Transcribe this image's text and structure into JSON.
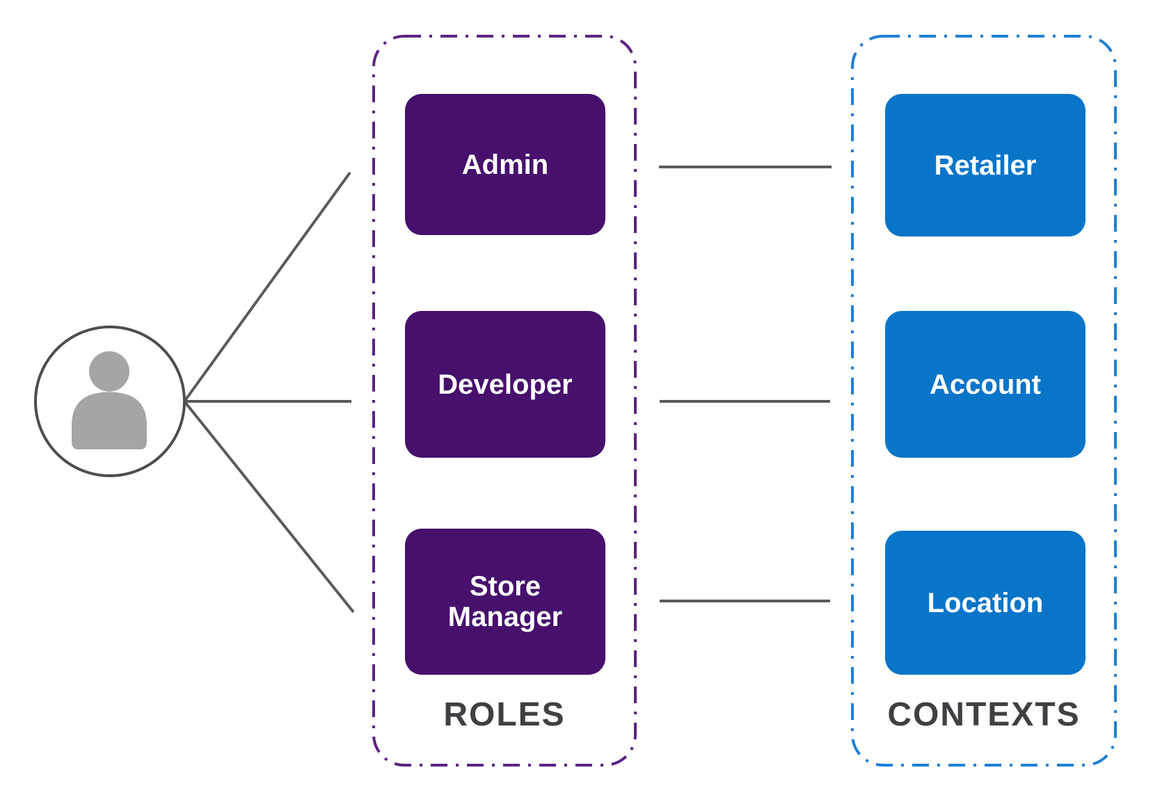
{
  "user": {
    "icon_name": "person-icon"
  },
  "roles": {
    "group_label": "ROLES",
    "box_color": "#46106c",
    "border_color": "#5b2383",
    "items": [
      {
        "label": "Admin"
      },
      {
        "label": "Developer"
      },
      {
        "label": "Store Manager"
      }
    ]
  },
  "contexts": {
    "group_label": "CONTEXTS",
    "box_color": "#0875c8",
    "border_color": "#1d7fd4",
    "items": [
      {
        "label": "Retailer"
      },
      {
        "label": "Account"
      },
      {
        "label": "Location"
      }
    ]
  },
  "connections": [
    {
      "from": "User",
      "to": "Admin"
    },
    {
      "from": "User",
      "to": "Developer"
    },
    {
      "from": "User",
      "to": "Store Manager"
    },
    {
      "from": "Admin",
      "to": "Retailer"
    },
    {
      "from": "Developer",
      "to": "Account"
    },
    {
      "from": "Store Manager",
      "to": "Location"
    }
  ],
  "colors": {
    "connector_line": "#5a5a5a",
    "group_label_text": "#3e4044",
    "person_silhouette": "#a5a5a5",
    "person_circle_outline": "#4d4d4d"
  }
}
